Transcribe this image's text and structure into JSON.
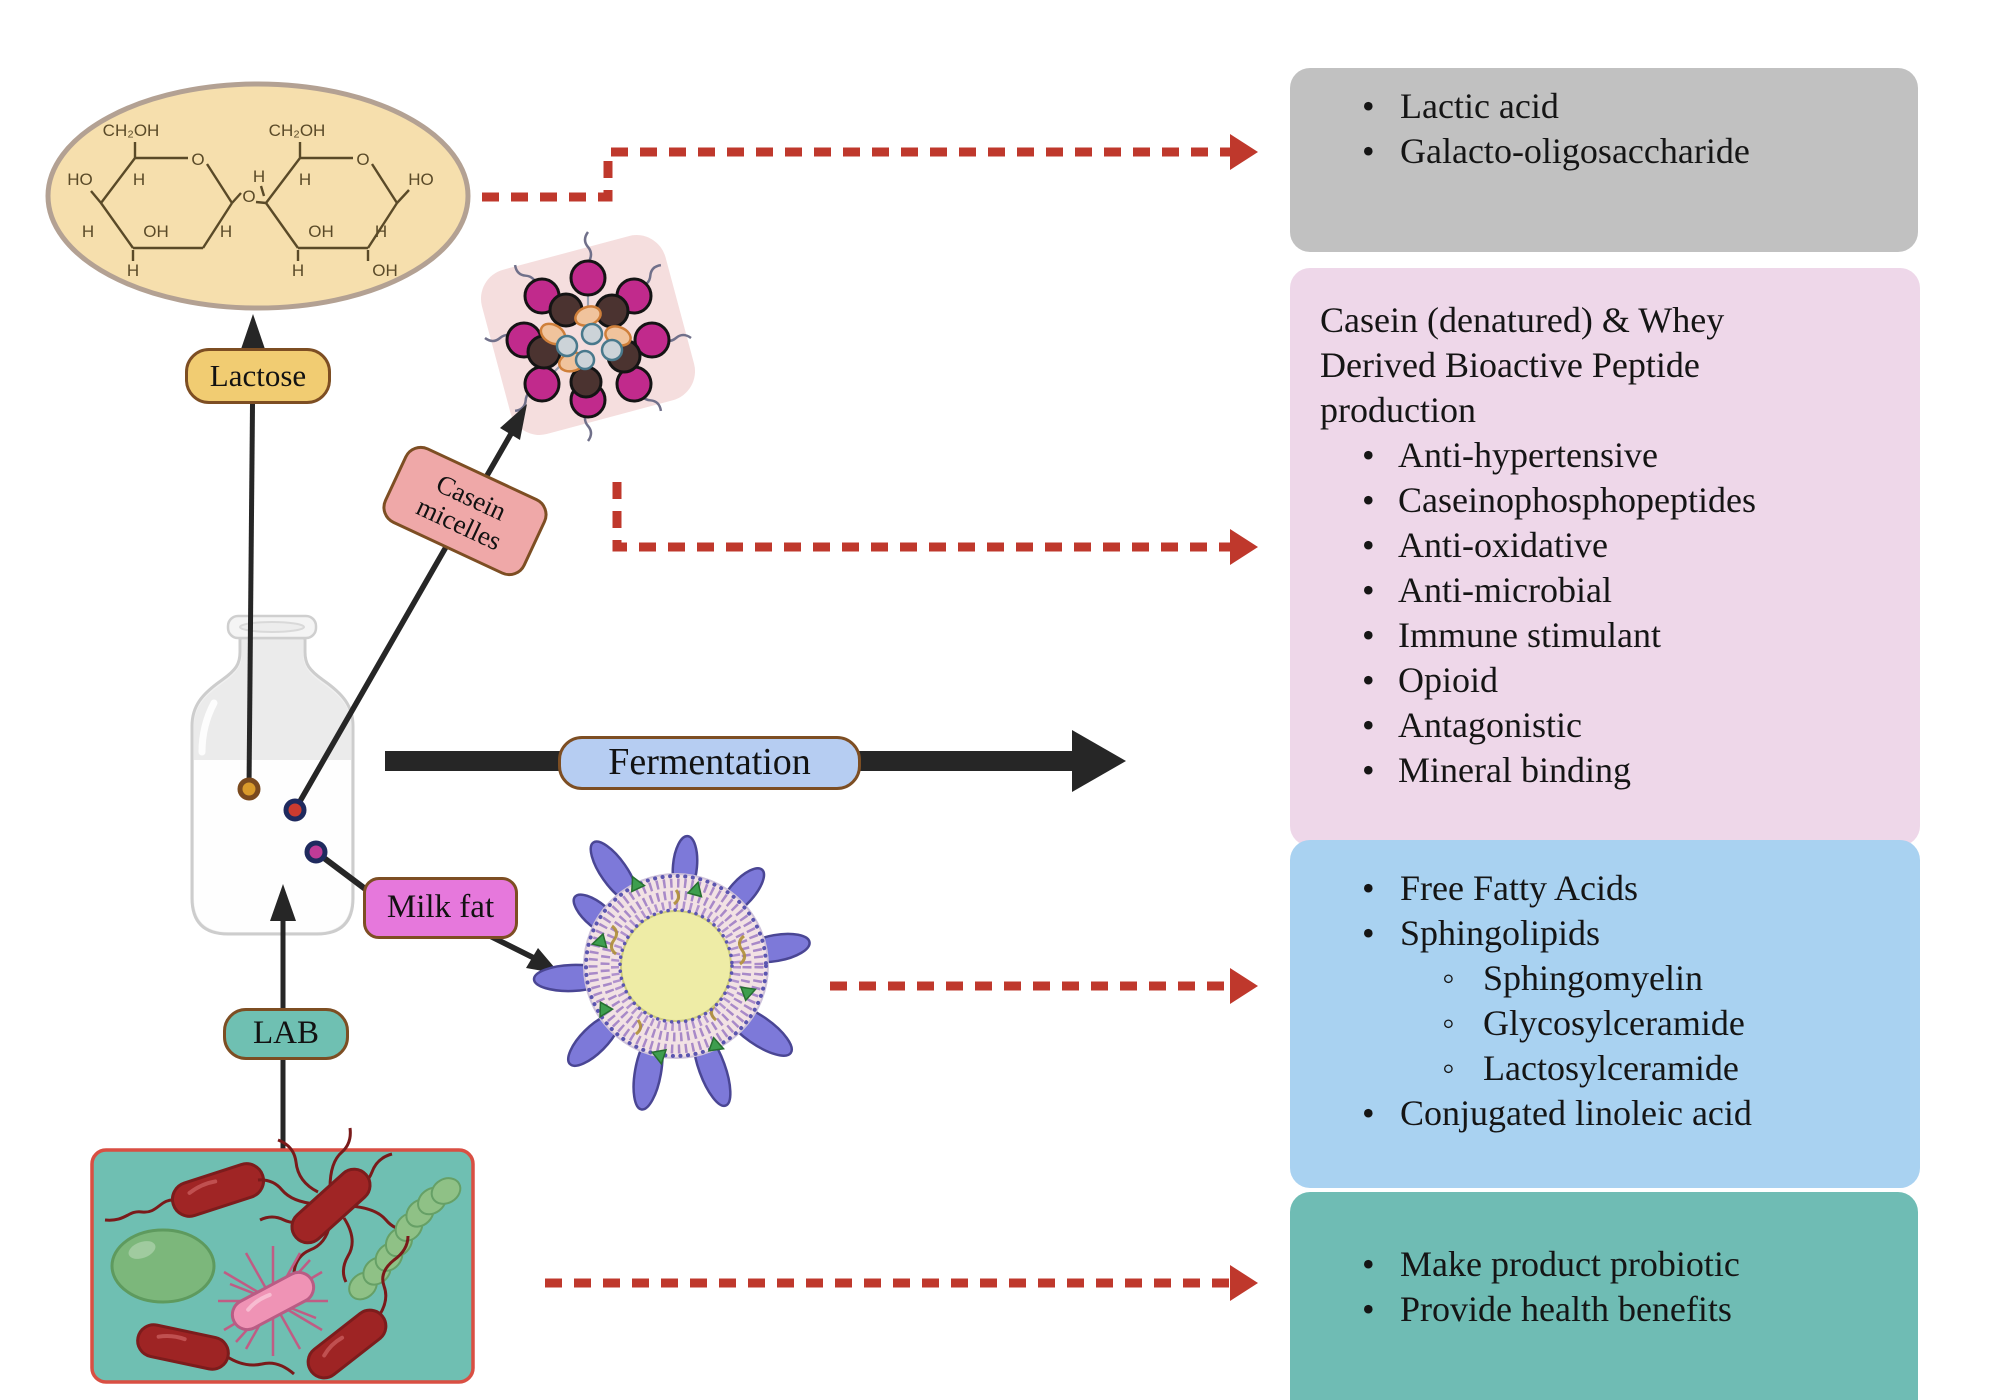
{
  "palette": {
    "gray_box": "#c1c1c1",
    "pink_box": "#eed7e9",
    "blue_box": "#a9d2f1",
    "teal_box": "#6fbcb4",
    "dashed_arrow": "#bf382c",
    "arrow_black": "#262626",
    "lactose_pill": "#f1cc72",
    "casein_pill": "#efa8a8",
    "milk_fat_pill": "#e678dc",
    "fermentation_pill": "#b6cdf2",
    "lab_pill": "#6fc0b2",
    "pill_border": "#7d4e23",
    "bacteria_bg": "#6fbfb2",
    "bacteria_border": "#d94f43",
    "text": "#121212"
  },
  "pills": {
    "lactose": {
      "label": "Lactose"
    },
    "casein": {
      "line1": "Casein",
      "line2": "micelles"
    },
    "milk_fat": {
      "label": "Milk fat"
    },
    "fermentation": {
      "label": "Fermentation"
    },
    "lab": {
      "label": "LAB"
    }
  },
  "molecule": {
    "ch2oh": "CH₂OH",
    "o": "O",
    "ho": "HO",
    "oh": "OH",
    "h": "H"
  },
  "boxes": {
    "lactose_products": {
      "items": [
        "Lactic acid",
        "Galacto-oligosaccharide"
      ]
    },
    "casein_whey": {
      "title_lines": [
        "Casein (denatured) & Whey",
        "Derived Bioactive Peptide",
        "production"
      ],
      "items": [
        "Anti-hypertensive",
        "Caseinophosphopeptides",
        "Anti-oxidative",
        "Anti-microbial",
        "Immune stimulant",
        "Opioid",
        "Antagonistic",
        "Mineral binding"
      ]
    },
    "milk_fat_products": {
      "items": [
        {
          "label": "Free Fatty Acids",
          "level": 1
        },
        {
          "label": "Sphingolipids",
          "level": 1
        },
        {
          "label": "Sphingomyelin",
          "level": 2
        },
        {
          "label": "Glycosylceramide",
          "level": 2
        },
        {
          "label": "Lactosylceramide",
          "level": 2
        },
        {
          "label": "Conjugated linoleic acid",
          "level": 1
        }
      ]
    },
    "lab_benefits": {
      "items": [
        "Make product probiotic",
        "Provide health benefits"
      ]
    }
  }
}
